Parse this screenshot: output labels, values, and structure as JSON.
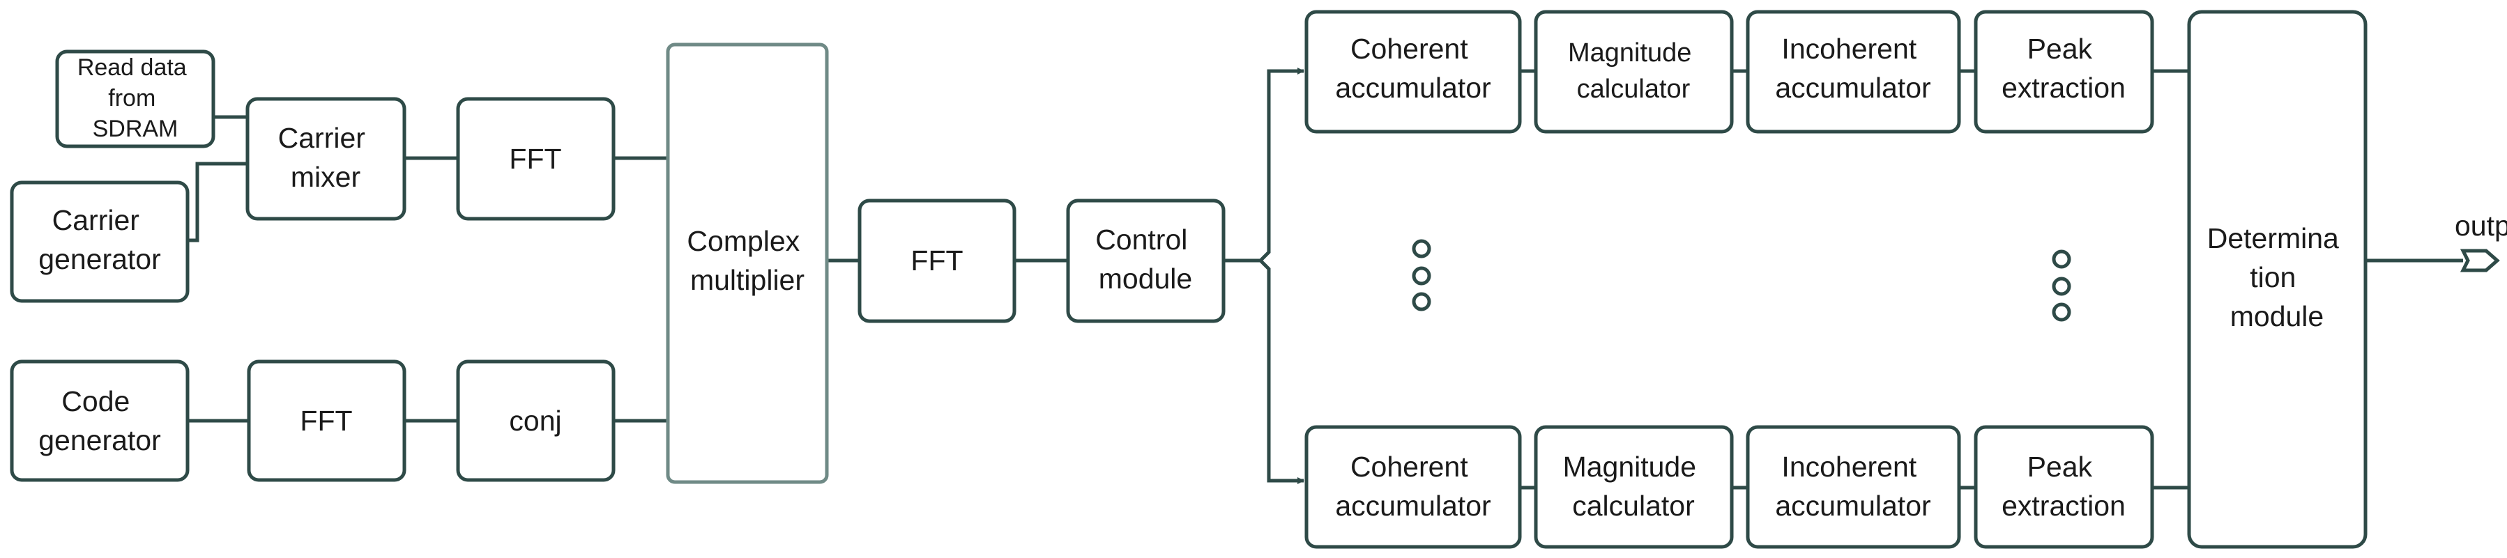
{
  "blocks": {
    "read_data": [
      "Read data",
      "from",
      "SDRAM"
    ],
    "carrier_mixer": [
      "Carrier",
      "mixer"
    ],
    "fft_top": [
      "FFT"
    ],
    "carrier_generator": [
      "Carrier",
      "generator"
    ],
    "code_generator": [
      "Code",
      "generator"
    ],
    "fft_bottom": [
      "FFT"
    ],
    "conj": [
      "conj"
    ],
    "complex_multiplier": [
      "Complex",
      "multiplier"
    ],
    "fft_mid": [
      "FFT"
    ],
    "control_module": [
      "Control",
      "module"
    ],
    "coherent_top": [
      "Coherent",
      "accumulator"
    ],
    "magnitude_top": [
      "Magnitude",
      "calculator"
    ],
    "incoherent_top": [
      "Incoherent",
      "accumulator"
    ],
    "peak_top": [
      "Peak",
      "extraction"
    ],
    "coherent_bottom": [
      "Coherent",
      "accumulator"
    ],
    "magnitude_bottom": [
      "Magnitude",
      "calculator"
    ],
    "incoherent_bottom": [
      "Incoherent",
      "accumulator"
    ],
    "peak_bottom": [
      "Peak",
      "extraction"
    ],
    "determination_module": [
      "Determina",
      "tion",
      "module"
    ]
  },
  "output_label": "output",
  "colors": {
    "stroke": "#2e4a47",
    "text": "#1a1a1a",
    "background": "#ffffff"
  }
}
